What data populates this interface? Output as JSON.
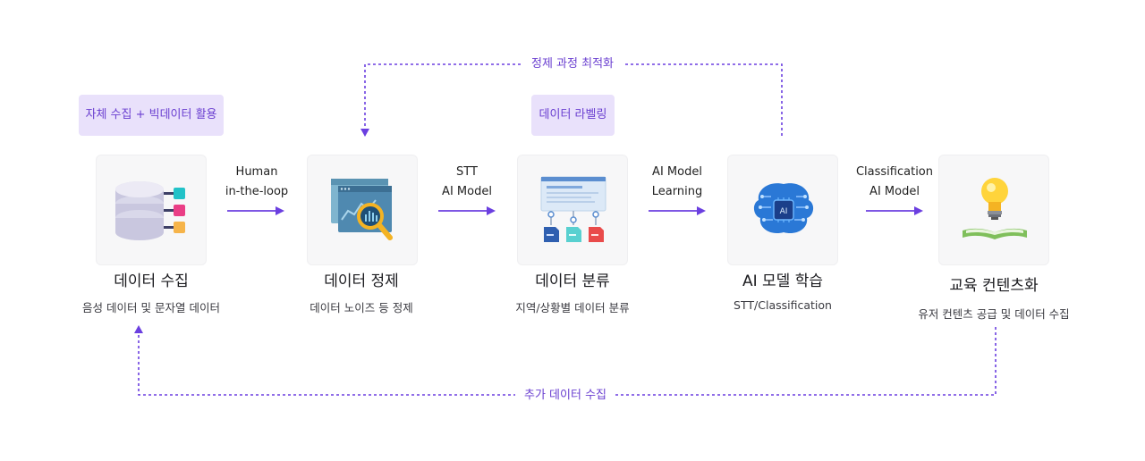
{
  "feedback": {
    "top_label": "정제 과정 최적화",
    "bottom_label": "추가 데이터 수집"
  },
  "badges": {
    "collect": "자체 수집 + 빅데이터 활용",
    "labeling": "데이터 라벨링"
  },
  "steps": [
    {
      "title": "데이터 수집",
      "desc": "음성 데이터 및 문자열 데이터",
      "icon": "database-icon"
    },
    {
      "title": "데이터 정제",
      "desc": "데이터 노이즈 등 정제",
      "icon": "magnifier-chart-icon"
    },
    {
      "title": "데이터 분류",
      "desc": "지역/상황별 데이터 분류",
      "icon": "hierarchy-files-icon"
    },
    {
      "title": "AI 모델 학습",
      "desc": "STT/Classification",
      "icon": "ai-brain-icon"
    },
    {
      "title": "교육 컨텐츠화",
      "desc": "유저 컨텐츠 공급 및 데이터 수집",
      "icon": "lightbulb-book-icon"
    }
  ],
  "connectors": [
    {
      "line1": "Human",
      "line2": "in-the-loop"
    },
    {
      "line1": "STT",
      "line2": "AI Model"
    },
    {
      "line1": "AI Model",
      "line2": "Learning"
    },
    {
      "line1": "Classification",
      "line2": "AI Model"
    }
  ],
  "colors": {
    "accent": "#6a3fd0",
    "arrow": "#6b3fe0",
    "badge_bg": "#e9e1fb"
  }
}
